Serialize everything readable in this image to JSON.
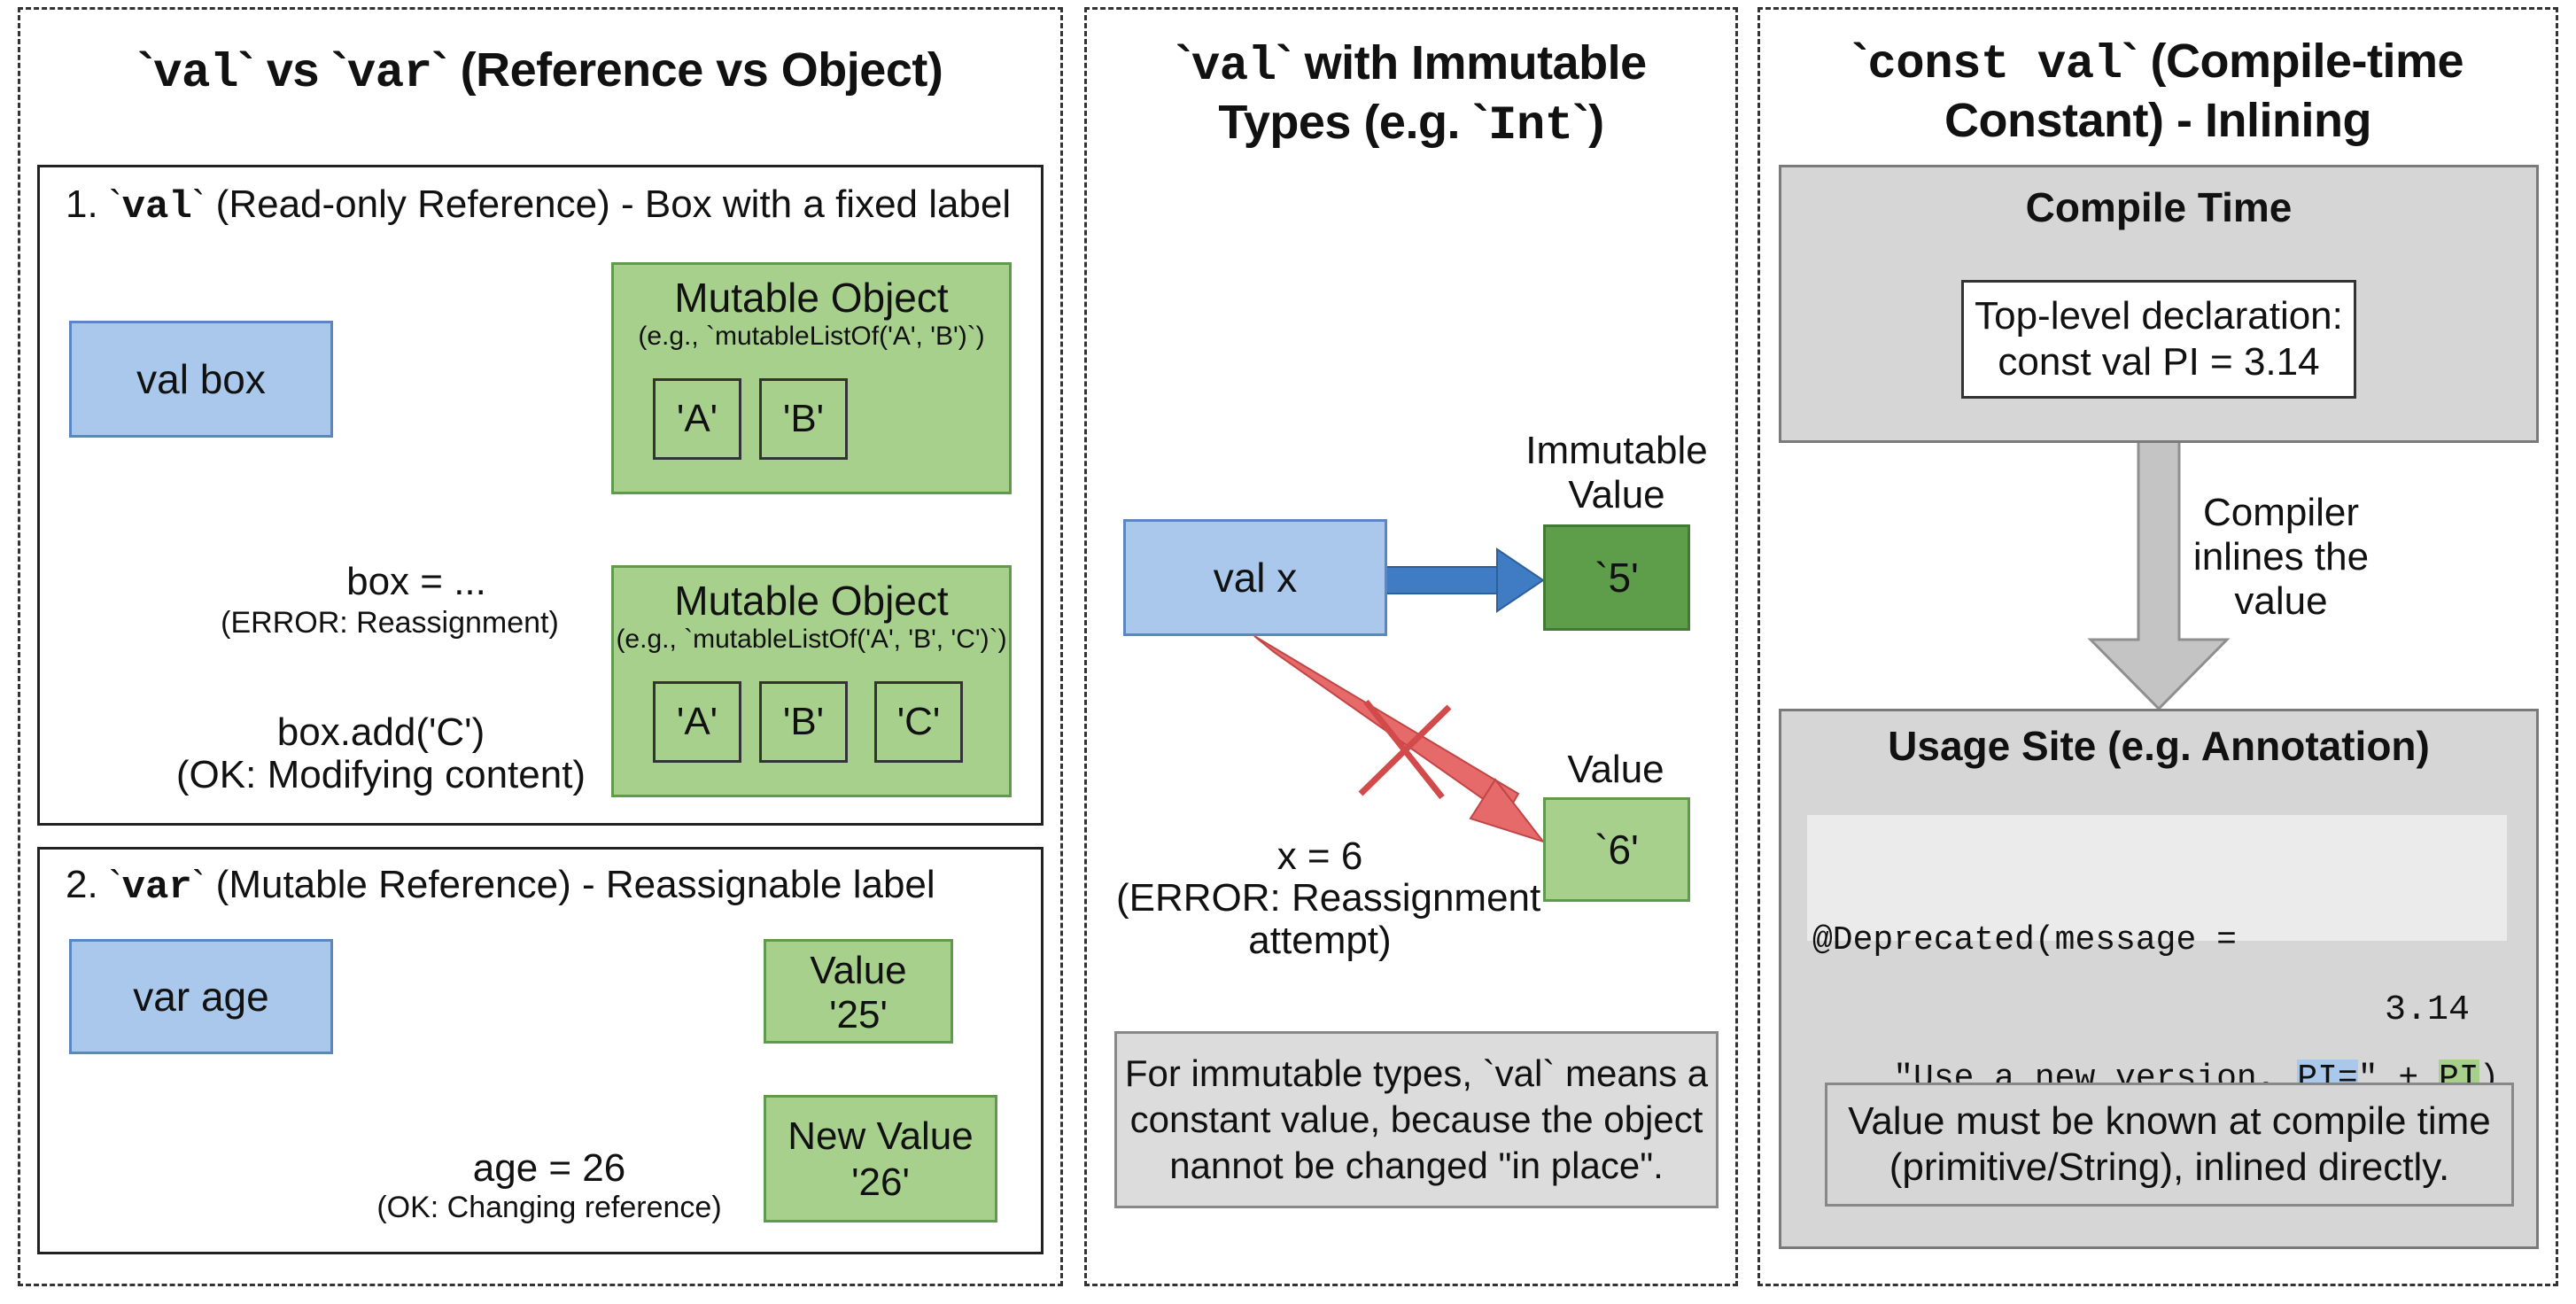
{
  "panels": {
    "left": {
      "title_parts": [
        "`",
        "val",
        "` vs `",
        "var",
        "` (Reference vs Object)"
      ],
      "section1": {
        "title_num": "1. `",
        "title_code": "val",
        "title_rest": "` (Read-only Reference) - Box with a fixed label",
        "ref_label": "val box",
        "obj1": {
          "title": "Mutable Object",
          "subtitle": "(e.g., `mutableListOf('A', 'B')`)",
          "items": [
            "'A'",
            "'B'"
          ]
        },
        "obj2": {
          "title": "Mutable Object",
          "subtitle": "(e.g., `mutableListOf('A', 'B', 'C')`)",
          "items": [
            "'A'",
            "'B'",
            "'C'"
          ]
        },
        "error_code": "box = ...",
        "error_note": "(ERROR: Reassignment)",
        "ok_code": "box.add('C')",
        "ok_note": "(OK: Modifying content)"
      },
      "section2": {
        "title_num": "2. `",
        "title_code": "var",
        "title_rest": "` (Mutable Reference) - Reassignable label",
        "ref_label": "var age",
        "value1": [
          "Value",
          "'25'"
        ],
        "value2": [
          "New Value",
          "'26'"
        ],
        "ok_code": "age = 26",
        "ok_note": "(OK: Changing reference)"
      }
    },
    "middle": {
      "title_line1_parts": [
        "`",
        "val",
        "` with Immutable"
      ],
      "title_line2_parts": [
        "Types (e.g. `",
        "Int",
        "`)"
      ],
      "ref_label": "val x",
      "immutable_label": [
        "Immutable",
        "Value"
      ],
      "value5": "`5'",
      "value_label": "Value",
      "value6": "`6'",
      "error_code": "x = 6",
      "error_note": [
        "(ERROR: Reassignment",
        "attempt)"
      ],
      "note": [
        "For immutable types, `val` means a",
        "constant value, because the object",
        "nannot be changed \"in place\"."
      ]
    },
    "right": {
      "title_line1_parts": [
        "`",
        "const val",
        "` (Compile-time"
      ],
      "title_line2": "Constant) - Inlining",
      "compile_time": {
        "title": "Compile Time",
        "decl": [
          "Top-level declaration:",
          "const val PI = 3.14"
        ]
      },
      "arrow_label": [
        "Compiler",
        "inlines the",
        "value"
      ],
      "usage_site": {
        "title": "Usage Site (e.g. Annotation)",
        "code_line1": "@Deprecated(message =",
        "code_line2_a": "    \"Use a new version, ",
        "code_line2_pi_str": "PI=",
        "code_line2_b": "\" + ",
        "code_line2_pi_ref": "PI",
        "code_line2_c": ")",
        "inlined_value": "3.14",
        "note": [
          "Value must be known at compile time",
          "(primitive/String), inlined directly."
        ]
      }
    }
  }
}
